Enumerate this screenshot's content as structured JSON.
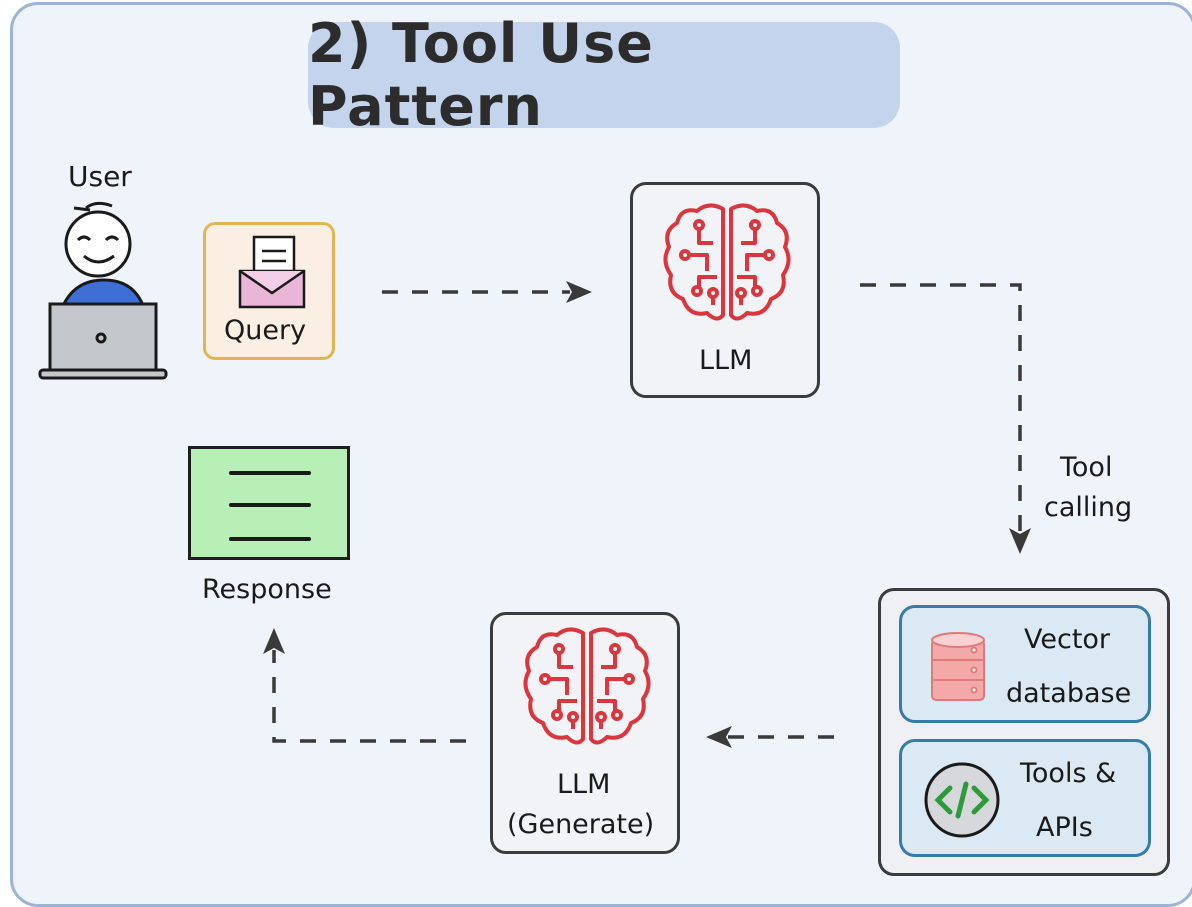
{
  "title": "2) Tool Use Pattern",
  "user": {
    "label": "User"
  },
  "query": {
    "label": "Query"
  },
  "llm": {
    "label": "LLM"
  },
  "tool_calling": {
    "line1": "Tool",
    "line2": "calling"
  },
  "tools": {
    "vector_db": {
      "line1": "Vector",
      "line2": "database"
    },
    "apis": {
      "line1": "Tools &",
      "line2": "APIs"
    }
  },
  "llm_generate": {
    "line1": "LLM",
    "line2": "(Generate)"
  },
  "response": {
    "label": "Response"
  },
  "colors": {
    "background": "#eff3fa",
    "title_bg": "#c3d4ec",
    "brain": "#d9363e",
    "query_border": "#e3b552",
    "response_fill": "#b7efb7",
    "tool_card_border": "#357ca8"
  }
}
